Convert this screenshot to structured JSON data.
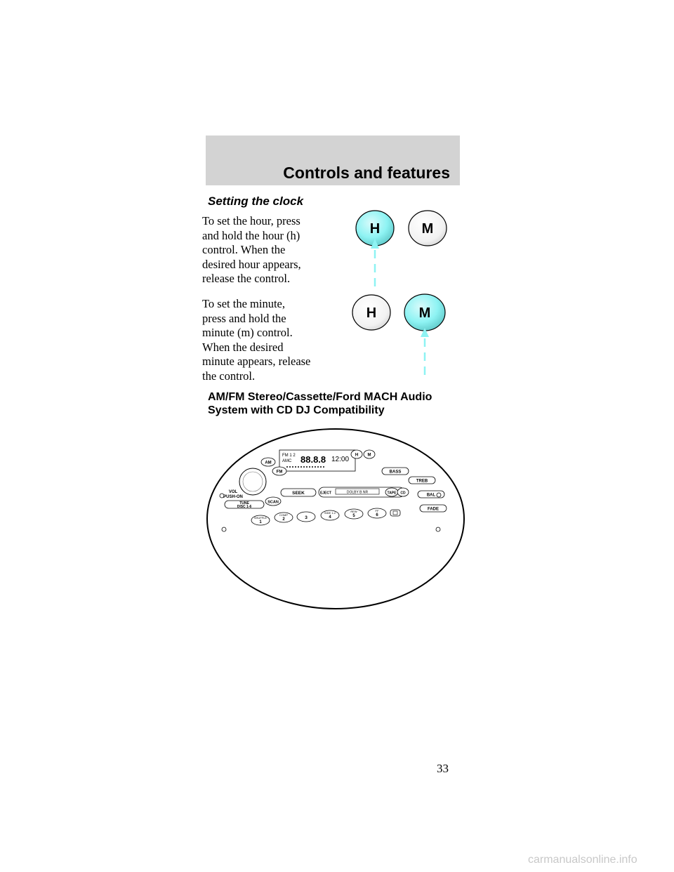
{
  "header": {
    "title": "Controls and features"
  },
  "section": {
    "title": "Setting the clock"
  },
  "paragraphs": {
    "hour": [
      "To set the hour, press",
      "and hold the hour (h)",
      "control. When the",
      "desired hour appears,",
      "release the control."
    ],
    "minute": [
      "To set the minute,",
      "press and hold the",
      "minute (m) control.",
      "When the desired",
      "minute appears, release",
      "the control."
    ]
  },
  "buttons": {
    "hour": "H",
    "minute": "M"
  },
  "system": {
    "title_lines": [
      "AM/FM Stereo/Cassette/Ford MACH Audio",
      "System with CD DJ Compatibility"
    ]
  },
  "radio": {
    "am": "AM",
    "fm": "FM",
    "bass": "BASS",
    "treb": "TREB",
    "bal": "BAL",
    "fade": "FADE",
    "vol": "VOL",
    "push_on": "PUSH-ON",
    "seek": "SEEK",
    "scan": "SCAN",
    "tune": "TUNE",
    "disc": "DISC 1-6",
    "eject": "EJECT",
    "dolby": "DOLBY B NR",
    "tape": "TAPE",
    "cd": "CD",
    "h": "H",
    "m": "M",
    "display_fm": "FM 1 2",
    "display_amc": "AMC",
    "display_clock": "12:00",
    "shuffle": "SHUFFLE",
    "comp": "COMP",
    "p1": "1",
    "p2": "2",
    "p3": "3",
    "p4": "4",
    "p5": "5",
    "p6": "6",
    "side": "SIDE 1-2",
    "rew": "REW",
    "ff": "FF"
  },
  "colors": {
    "highlight": "#8ef3f3",
    "band": "#d3d3d3",
    "watermark": "#c8c8c8"
  },
  "page": {
    "number": "33"
  },
  "footer": {
    "watermark": "carmanualsonline.info"
  }
}
